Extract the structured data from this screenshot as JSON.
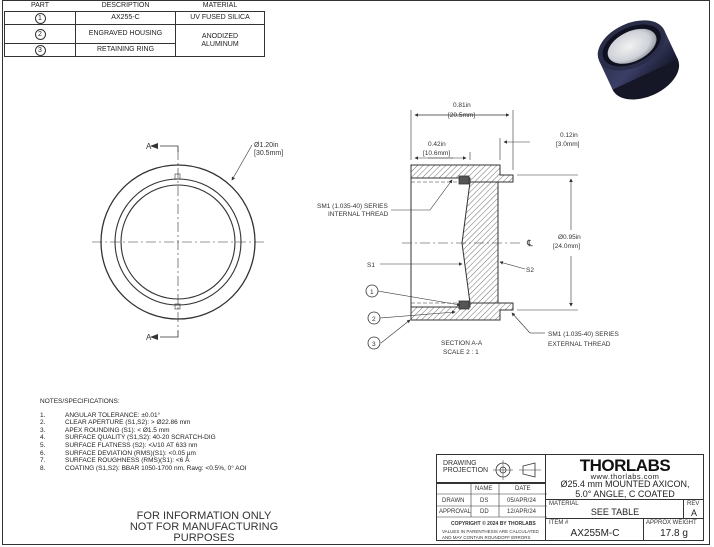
{
  "parts_table": {
    "headers": [
      "PART",
      "DESCRIPTION",
      "MATERIAL"
    ],
    "rows": [
      {
        "part": "1",
        "description": "AX255-C",
        "material": "UV FUSED SILICA"
      },
      {
        "part": "2",
        "description": "ENGRAVED HOUSING",
        "material": "ANODIZED ALUMINUM"
      },
      {
        "part": "3",
        "description": "RETAINING RING",
        "material": ""
      }
    ]
  },
  "front_view": {
    "section_label_top": "A",
    "section_label_bottom": "A",
    "dim_in": "Ø1.20in",
    "dim_mm": "[30.5mm]"
  },
  "section_view": {
    "dim_overall_in": "0.81in",
    "dim_overall_mm": "[20.5mm]",
    "dim_left_in": "0.42in",
    "dim_left_mm": "[10.6mm]",
    "dim_right_in": "0.12in",
    "dim_right_mm": "[3.0mm]",
    "dim_dia_in": "Ø0.95in",
    "dim_dia_mm": "[24.0mm]",
    "internal_thread_1": "SM1 (1.035-40) SERIES",
    "internal_thread_2": "INTERNAL THREAD",
    "external_thread_1": "SM1 (1.035-40) SERIES",
    "external_thread_2": "EXTERNAL THREAD",
    "s1": "S1",
    "s2": "S2",
    "callout_1": "1",
    "callout_2": "2",
    "callout_3": "3",
    "title_1": "SECTION A-A",
    "title_2": "SCALE 2 : 1"
  },
  "notes": {
    "title": "NOTES/SPECIFICATIONS:",
    "items": [
      {
        "num": "1.",
        "text": "ANGULAR TOLERANCE: ±0.01°"
      },
      {
        "num": "2.",
        "text": "CLEAR APERTURE (S1,S2): > Ø22.86 mm"
      },
      {
        "num": "3.",
        "text": "APEX ROUNDING (S1): < Ø1.5 mm"
      },
      {
        "num": "4.",
        "text": "SURFACE QUALITY (S1,S2): 40-20 SCRATCH-DIG"
      },
      {
        "num": "5.",
        "text": "SURFACE FLATNESS (S2): <λ/10 AT 633 nm"
      },
      {
        "num": "6.",
        "text": "SURFACE DEVIATION (RMS)(S1): <0.05 µm"
      },
      {
        "num": "7.",
        "text": "SURFACE ROUGHNESS (RMS)(S1): <6 Å"
      },
      {
        "num": "8.",
        "text": "COATING (S1,S2): BBAR 1050-1700 nm, Ravg: <0.5%, 0° AOI"
      }
    ]
  },
  "info": {
    "line1": "FOR INFORMATION ONLY",
    "line2": "NOT FOR MANUFACTURING PURPOSES"
  },
  "title_block": {
    "drawing_projection": "DRAWING PROJECTION",
    "name_hdr": "NAME",
    "date_hdr": "DATE",
    "drawn_label": "DRAWN",
    "drawn_name": "DS",
    "drawn_date": "05/APR/24",
    "approval_label": "APPROVAL",
    "approval_name": "DD",
    "approval_date": "12/APR/24",
    "copyright": "COPYRIGHT © 2024 BY THORLABS",
    "disclaimer_1": "VALUES IN PARENTHESIS ARE CALCULATED",
    "disclaimer_2": "AND MAY CONTAIN ROUNDOFF ERRORS",
    "logo": "THORLABS",
    "url": "www.thorlabs.com",
    "title_1": "Ø25.4 mm MOUNTED AXICON,",
    "title_2": "5.0° ANGLE, C COATED",
    "material_label": "MATERIAL",
    "material_value": "SEE TABLE",
    "rev_label": "REV",
    "rev_value": "A",
    "item_label": "ITEM #",
    "item_value": "AX255M-C",
    "weight_label": "APPROX WEIGHT",
    "weight_value": "17.8 g"
  }
}
